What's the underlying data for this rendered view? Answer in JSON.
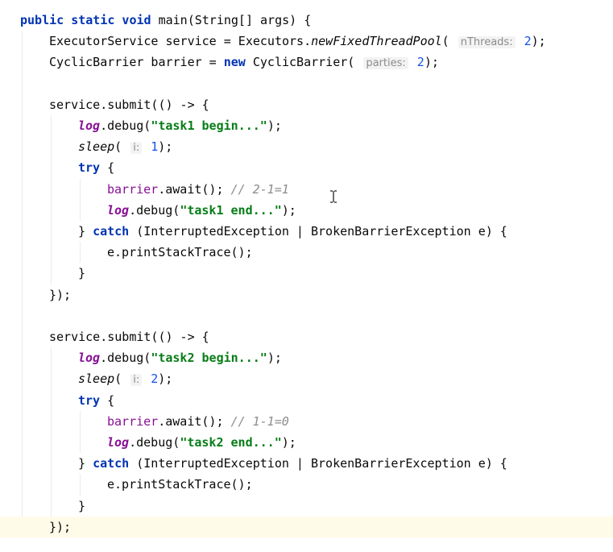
{
  "editor": {
    "lines": [
      {
        "indent": 0,
        "tokens": [
          {
            "t": "public static void ",
            "c": "kw"
          },
          {
            "t": "main(String[] args) {",
            "c": ""
          }
        ]
      },
      {
        "indent": 1,
        "tokens": [
          {
            "t": "ExecutorService service = Executors.",
            "c": ""
          },
          {
            "t": "newFixedThreadPool",
            "c": "ital"
          },
          {
            "t": "( ",
            "c": ""
          },
          {
            "t": "nThreads:",
            "c": "hint"
          },
          {
            "t": " 2",
            "c": "num"
          },
          {
            "t": ");",
            "c": ""
          }
        ]
      },
      {
        "indent": 1,
        "tokens": [
          {
            "t": "CyclicBarrier barrier = ",
            "c": ""
          },
          {
            "t": "new ",
            "c": "kw"
          },
          {
            "t": "CyclicBarrier( ",
            "c": ""
          },
          {
            "t": "parties:",
            "c": "hint"
          },
          {
            "t": " 2",
            "c": "num"
          },
          {
            "t": ");",
            "c": ""
          }
        ]
      },
      {
        "indent": 0,
        "tokens": []
      },
      {
        "indent": 1,
        "tokens": [
          {
            "t": "service.submit(() -> {",
            "c": ""
          }
        ]
      },
      {
        "indent": 2,
        "tokens": [
          {
            "t": "log",
            "c": "logf"
          },
          {
            "t": ".debug(",
            "c": ""
          },
          {
            "t": "\"task1 begin...\"",
            "c": "str"
          },
          {
            "t": ");",
            "c": ""
          }
        ]
      },
      {
        "indent": 2,
        "tokens": [
          {
            "t": "sleep",
            "c": "ital"
          },
          {
            "t": "( ",
            "c": ""
          },
          {
            "t": "i:",
            "c": "hint"
          },
          {
            "t": " 1",
            "c": "num"
          },
          {
            "t": ");",
            "c": ""
          }
        ]
      },
      {
        "indent": 2,
        "tokens": [
          {
            "t": "try ",
            "c": "kw"
          },
          {
            "t": "{",
            "c": ""
          }
        ]
      },
      {
        "indent": 3,
        "tokens": [
          {
            "t": "barrier",
            "c": "field"
          },
          {
            "t": ".await(); ",
            "c": ""
          },
          {
            "t": "// 2-1=1",
            "c": "cmt"
          }
        ]
      },
      {
        "indent": 3,
        "tokens": [
          {
            "t": "log",
            "c": "logf"
          },
          {
            "t": ".debug(",
            "c": ""
          },
          {
            "t": "\"task1 end...\"",
            "c": "str"
          },
          {
            "t": ");",
            "c": ""
          }
        ]
      },
      {
        "indent": 2,
        "tokens": [
          {
            "t": "} ",
            "c": ""
          },
          {
            "t": "catch ",
            "c": "kw"
          },
          {
            "t": "(InterruptedException | BrokenBarrierException e) {",
            "c": ""
          }
        ]
      },
      {
        "indent": 3,
        "tokens": [
          {
            "t": "e.printStackTrace();",
            "c": ""
          }
        ]
      },
      {
        "indent": 2,
        "tokens": [
          {
            "t": "}",
            "c": ""
          }
        ]
      },
      {
        "indent": 1,
        "tokens": [
          {
            "t": "});",
            "c": ""
          }
        ]
      },
      {
        "indent": 0,
        "tokens": []
      },
      {
        "indent": 1,
        "tokens": [
          {
            "t": "service.submit(() -> {",
            "c": ""
          }
        ]
      },
      {
        "indent": 2,
        "tokens": [
          {
            "t": "log",
            "c": "logf"
          },
          {
            "t": ".debug(",
            "c": ""
          },
          {
            "t": "\"task2 begin...\"",
            "c": "str"
          },
          {
            "t": ");",
            "c": ""
          }
        ]
      },
      {
        "indent": 2,
        "tokens": [
          {
            "t": "sleep",
            "c": "ital"
          },
          {
            "t": "( ",
            "c": ""
          },
          {
            "t": "i:",
            "c": "hint"
          },
          {
            "t": " 2",
            "c": "num"
          },
          {
            "t": ");",
            "c": ""
          }
        ]
      },
      {
        "indent": 2,
        "tokens": [
          {
            "t": "try ",
            "c": "kw"
          },
          {
            "t": "{",
            "c": ""
          }
        ]
      },
      {
        "indent": 3,
        "tokens": [
          {
            "t": "barrier",
            "c": "field"
          },
          {
            "t": ".await(); ",
            "c": ""
          },
          {
            "t": "// 1-1=0",
            "c": "cmt"
          }
        ]
      },
      {
        "indent": 3,
        "tokens": [
          {
            "t": "log",
            "c": "logf"
          },
          {
            "t": ".debug(",
            "c": ""
          },
          {
            "t": "\"task2 end...\"",
            "c": "str"
          },
          {
            "t": ");",
            "c": ""
          }
        ]
      },
      {
        "indent": 2,
        "tokens": [
          {
            "t": "} ",
            "c": ""
          },
          {
            "t": "catch ",
            "c": "kw"
          },
          {
            "t": "(InterruptedException | BrokenBarrierException e) {",
            "c": ""
          }
        ]
      },
      {
        "indent": 3,
        "tokens": [
          {
            "t": "e.printStackTrace();",
            "c": ""
          }
        ]
      },
      {
        "indent": 2,
        "tokens": [
          {
            "t": "}",
            "c": ""
          }
        ]
      },
      {
        "indent": 1,
        "tokens": [
          {
            "t": "});",
            "c": ""
          }
        ]
      }
    ],
    "current_line": 24,
    "colors": {
      "keyword": "#0033b3",
      "string": "#067d17",
      "number": "#1750eb",
      "field": "#871094",
      "comment": "#8c8c8c",
      "current_line_bg": "#fefbe8"
    }
  },
  "mouse_cursor": "text-cursor-icon"
}
